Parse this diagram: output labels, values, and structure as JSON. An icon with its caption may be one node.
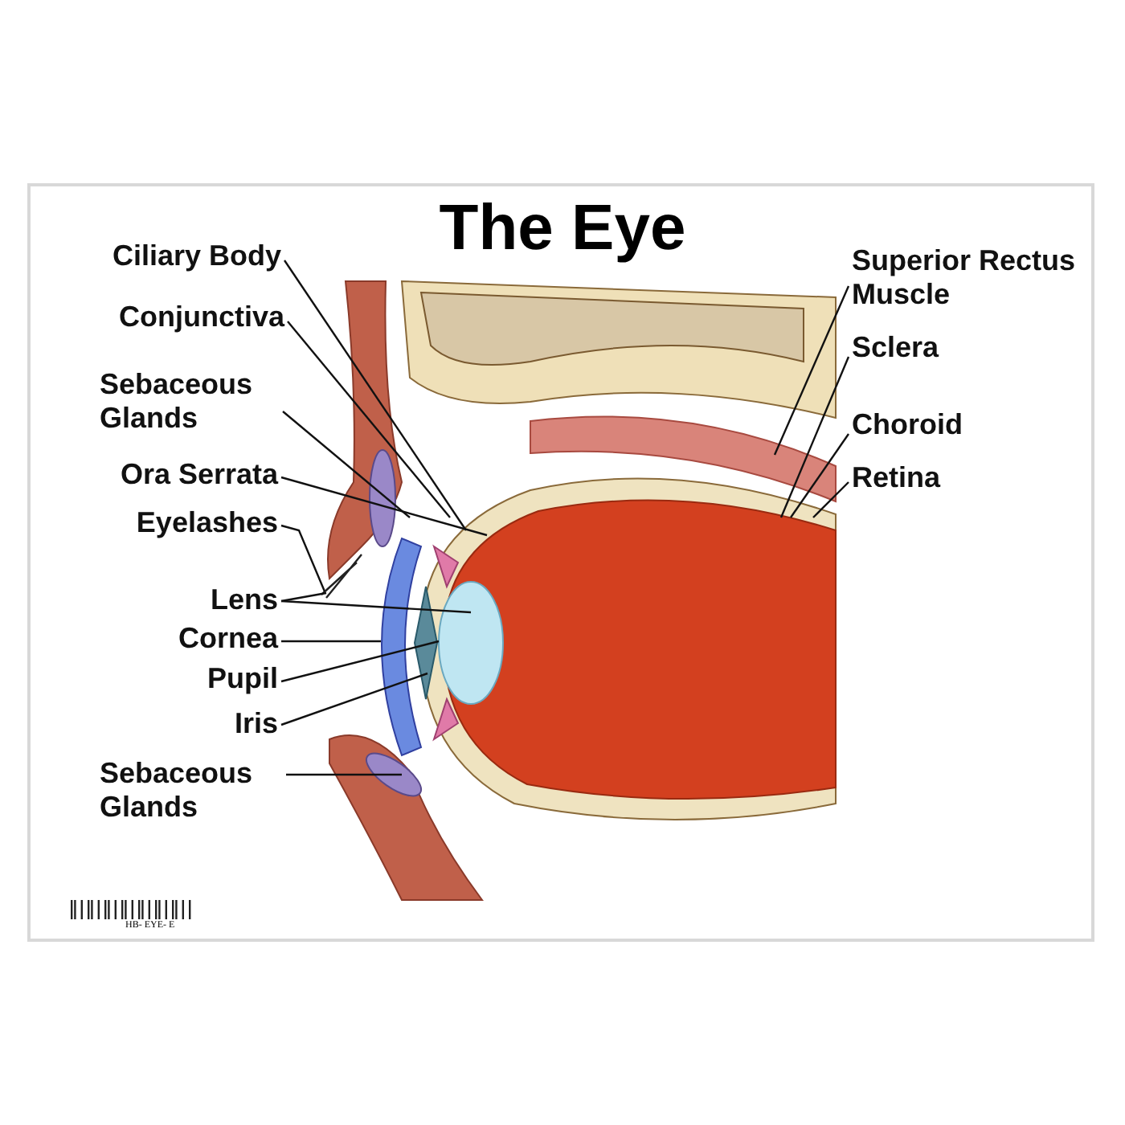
{
  "diagram": {
    "title": "The Eye",
    "nodes": [
      {
        "text": [
          "Ciliary Body"
        ]
      },
      {
        "text": [
          "Conjunctiva"
        ]
      },
      {
        "text": [
          "Sebaceous Glands"
        ]
      },
      {
        "text": [
          "Ora Serrata"
        ]
      },
      {
        "text": [
          "Eyelashes"
        ]
      },
      {
        "text": [
          "Lens"
        ]
      },
      {
        "text": [
          "Cornea"
        ]
      },
      {
        "text": [
          "Pupil"
        ]
      },
      {
        "text": [
          "Iris"
        ]
      },
      {
        "text": [
          "Sebaceous Glands"
        ]
      },
      {
        "text": [
          "Superior Rectus Muscle"
        ]
      },
      {
        "text": [
          "Sclera"
        ]
      },
      {
        "text": [
          "Choroid"
        ]
      },
      {
        "text": [
          "Retina"
        ]
      }
    ],
    "edges": [
      {
        "from": 0,
        "to": null,
        "arrow": "none"
      },
      {
        "from": 1,
        "to": null,
        "arrow": "none"
      },
      {
        "from": 2,
        "to": null,
        "arrow": "none"
      },
      {
        "from": 3,
        "to": null,
        "arrow": "none"
      },
      {
        "from": 4,
        "to": null,
        "arrow": "none"
      },
      {
        "from": 5,
        "to": null,
        "arrow": "none"
      },
      {
        "from": 5,
        "to": null,
        "arrow": "none"
      },
      {
        "from": 6,
        "to": null,
        "arrow": "none"
      },
      {
        "from": 7,
        "to": null,
        "arrow": "none"
      },
      {
        "from": 8,
        "to": null,
        "arrow": "none"
      },
      {
        "from": 9,
        "to": null,
        "arrow": "none"
      },
      {
        "from": 10,
        "to": null,
        "arrow": "none"
      },
      {
        "from": 11,
        "to": null,
        "arrow": "none"
      },
      {
        "from": 12,
        "to": null,
        "arrow": "none"
      },
      {
        "from": 13,
        "to": null,
        "arrow": "none"
      }
    ],
    "labels": [
      "HB- EYE- E"
    ]
  }
}
